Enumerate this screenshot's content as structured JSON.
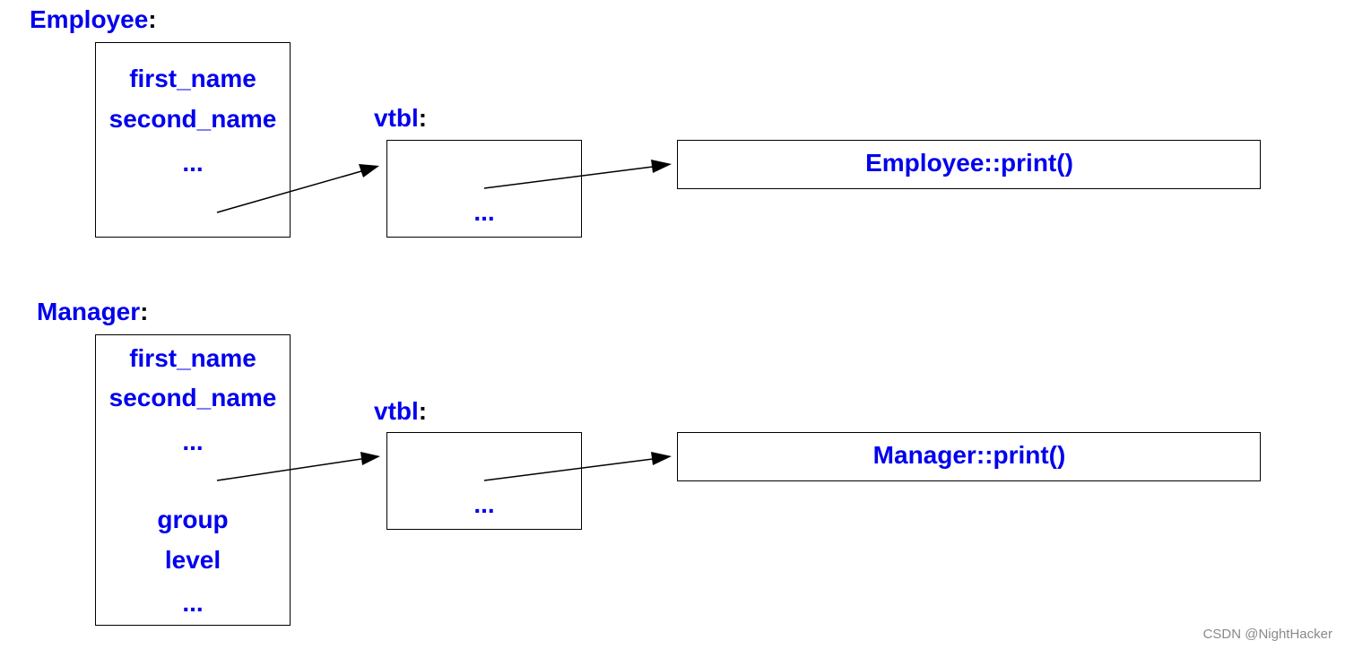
{
  "employee": {
    "title": "Employee",
    "fields": [
      "first_name",
      "second_name",
      "..."
    ],
    "vtbl_label": "vtbl",
    "vtbl_entry": "...",
    "function": "Employee::print()"
  },
  "manager": {
    "title": "Manager",
    "fields": [
      "first_name",
      "second_name",
      "...",
      "group",
      "level",
      "..."
    ],
    "vtbl_label": "vtbl",
    "vtbl_entry": "...",
    "function": "Manager::print()"
  },
  "colon": ":",
  "watermark": "CSDN @NightHacker",
  "colors": {
    "text": "#0000ee",
    "line": "#000000",
    "watermark": "#8a8a8a"
  }
}
